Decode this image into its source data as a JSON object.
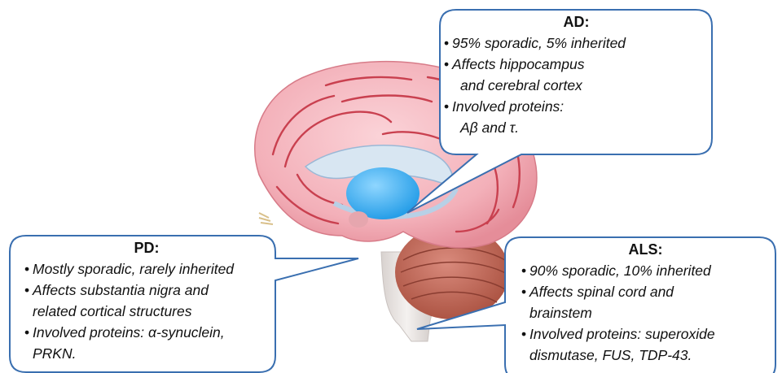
{
  "callouts": {
    "ad": {
      "title": "AD:",
      "b1": "95% sporadic, 5% inherited",
      "b2a": "Affects hippocampus",
      "b2b": "and cerebral cortex",
      "b3a": "Involved proteins:",
      "b3b": "Aβ and τ."
    },
    "pd": {
      "title": "PD:",
      "b1": "Mostly sporadic, rarely inherited",
      "b2a": "Affects substantia nigra and",
      "b2b": "related cortical structures",
      "b3a": "Involved proteins: α-synuclein,",
      "b3b": "PRKN."
    },
    "als": {
      "title": "ALS:",
      "b1": "90% sporadic, 10% inherited",
      "b2a": "Affects spinal cord and",
      "b2b": "brainstem",
      "b3a": "Involved proteins: superoxide",
      "b3b": "dismutase, FUS, TDP-43."
    }
  },
  "bullet": "•",
  "colors": {
    "callout_border": "#3a6fb0",
    "cortex": "#f3b7bf",
    "gyri_lines": "#c9404f",
    "thalamus": "#3fb1f0",
    "cerebellum": "#c66a5c",
    "brainstem": "#e9e4e2"
  }
}
